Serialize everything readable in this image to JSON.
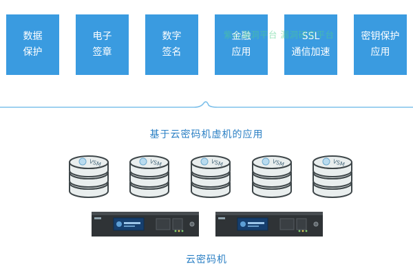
{
  "cards": [
    {
      "line1": "数据",
      "line2": "保护"
    },
    {
      "line1": "电子",
      "line2": "签章"
    },
    {
      "line1": "数字",
      "line2": "签名"
    },
    {
      "line1": "金融",
      "line2": "应用"
    },
    {
      "line1": "SSL",
      "line2": "通信加速"
    },
    {
      "line1": "密钥保护",
      "line2": "应用"
    }
  ],
  "watermark": "紫心漏洞平台  漏洞研究平台",
  "section_title": "基于云密码机虚机的应用",
  "vsm_label": "VSM",
  "vsm_count": 5,
  "machine_count": 2,
  "hsm_label": "云密码机",
  "colors": {
    "card_bg": "#3a9be0",
    "card_text": "#ffffff",
    "accent_text": "#2a7fc4",
    "brace": "#7ec0ea",
    "disk_face": "#e9eeee",
    "disk_edge": "#3e4649",
    "logo_circle": "#b9dbef",
    "chassis": "#2f3336",
    "panel": "#d7e3ea"
  }
}
